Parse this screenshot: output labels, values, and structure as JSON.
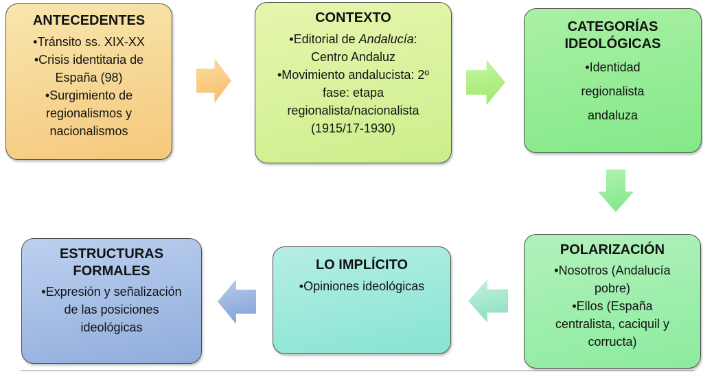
{
  "diagram": {
    "background": "#ffffff",
    "text_color": "#121212",
    "border_color": "#4e4e4e",
    "boxes": [
      {
        "name": "antecedentes",
        "title": "ANTECEDENTES",
        "items": [
          "•Tránsito ss. XIX-XX",
          "•Crisis identitaria de España (98)",
          "•Surgimiento de regionalismos y nacionalismos"
        ],
        "fill": {
          "top": "#f8e6ae",
          "bottom": "#f5c87c"
        }
      },
      {
        "name": "contexto",
        "title": "CONTEXTO",
        "item1": {
          "pre": "•Editorial de ",
          "italic": "Andalucía",
          "post": ": Centro Andaluz"
        },
        "item2": "•Movimiento andalucista: 2º fase: etapa regionalista/nacionalista (1915/17-1930)",
        "fill": {
          "top": "#e6f6ae",
          "bottom": "#cdee8c"
        }
      },
      {
        "name": "categorias-ideologicas",
        "title": "CATEGORÍAS IDEOLÓGICAS",
        "items": [
          "•Identidad regionalista andaluza"
        ],
        "fill": {
          "top": "#aaf0a5",
          "bottom": "#83e988"
        }
      },
      {
        "name": "polarizacion",
        "title": "POLARIZACIÓN",
        "items": [
          "•Nosotros (Andalucía pobre)",
          "•Ellos (España centralista, caciquil y corructa)"
        ],
        "fill": {
          "top": "#b2f1bc",
          "bottom": "#8cec9e"
        }
      },
      {
        "name": "lo-implicito",
        "title": "LO IMPLÍCITO",
        "items": [
          "•Opiniones ideológicas"
        ],
        "fill": {
          "top": "#b6eee4",
          "bottom": "#86e4d2"
        }
      },
      {
        "name": "estructuras-formales",
        "title": "ESTRUCTURAS FORMALES",
        "items": [
          "•Expresión y señalización de las posiciones ideológicas"
        ],
        "fill": {
          "top": "#bcd1ef",
          "bottom": "#90acdc"
        }
      }
    ],
    "arrows": [
      {
        "name": "arrow-antecedentes-to-contexto",
        "direction": "right",
        "fill": {
          "top": "#fbdda2",
          "bottom": "#f7bd68"
        }
      },
      {
        "name": "arrow-contexto-to-categorias",
        "direction": "right",
        "fill": {
          "top": "#c9f5a2",
          "bottom": "#9ce96c"
        }
      },
      {
        "name": "arrow-categorias-to-polarizacion",
        "direction": "down",
        "fill": {
          "top": "#b2f1b0",
          "bottom": "#7ee78b"
        }
      },
      {
        "name": "arrow-polarizacion-to-implicito",
        "direction": "left",
        "fill": {
          "top": "#c4f1dc",
          "bottom": "#8adec0"
        }
      },
      {
        "name": "arrow-implicito-to-estructuras",
        "direction": "left",
        "fill": {
          "top": "#b8cdeb",
          "bottom": "#7f9fd4"
        }
      }
    ]
  }
}
